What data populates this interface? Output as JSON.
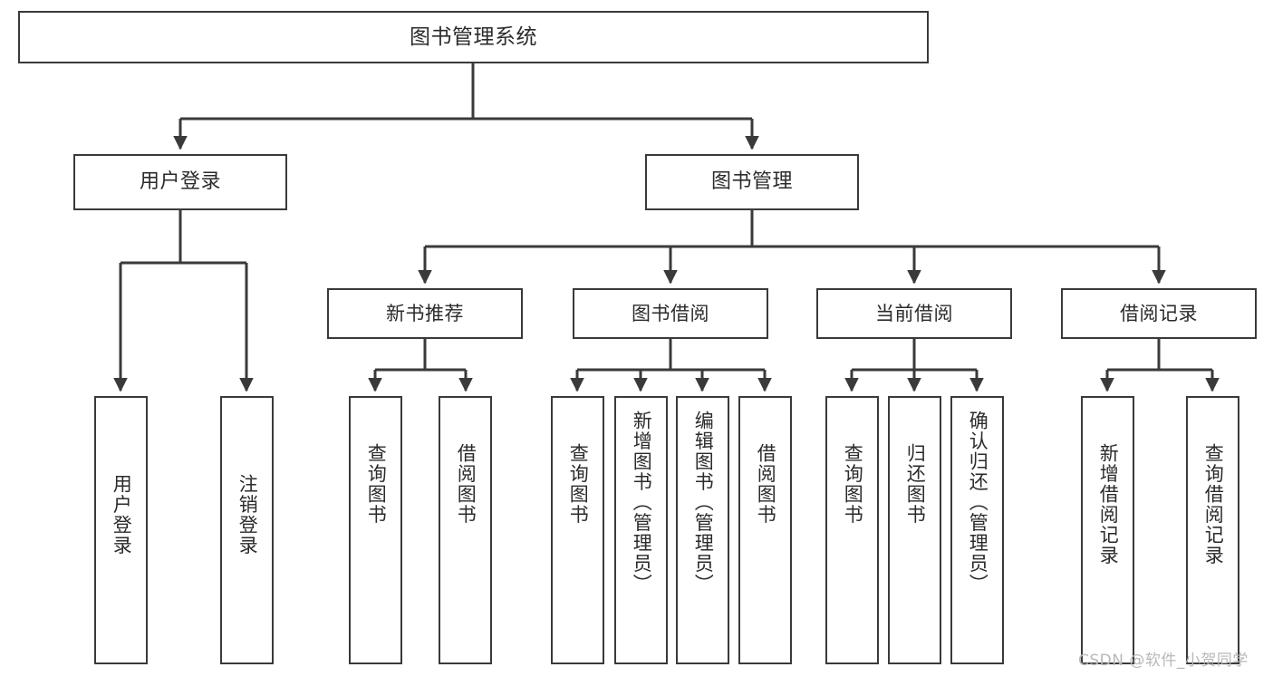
{
  "diagram": {
    "title": "图书管理系统",
    "type": "tree-hierarchy-chart",
    "root": {
      "label": "图书管理系统"
    },
    "level2": [
      {
        "label": "用户登录"
      },
      {
        "label": "图书管理"
      }
    ],
    "level3": [
      {
        "label": "新书推荐"
      },
      {
        "label": "图书借阅"
      },
      {
        "label": "当前借阅"
      },
      {
        "label": "借阅记录"
      }
    ],
    "leaves": {
      "user_login": [
        {
          "label": "用户登录"
        },
        {
          "label": "注销登录"
        }
      ],
      "new_book_recommend": [
        {
          "label": "查询图书"
        },
        {
          "label": "借阅图书"
        }
      ],
      "book_borrow": [
        {
          "label": "查询图书"
        },
        {
          "label": "新增图书（管理员）"
        },
        {
          "label": "编辑图书（管理员）"
        },
        {
          "label": "借阅图书"
        }
      ],
      "current_borrow": [
        {
          "label": "查询图书"
        },
        {
          "label": "归还图书"
        },
        {
          "label": "确认归还（管理员）"
        }
      ],
      "borrow_record": [
        {
          "label": "新增借阅记录"
        },
        {
          "label": "查询借阅记录"
        }
      ]
    }
  },
  "watermark": {
    "text": "CSDN @软件_小贺同学"
  },
  "colors": {
    "border": "#3a3a3a",
    "text": "#2b2b2b",
    "background": "#ffffff",
    "watermark": "#b8b8b8"
  }
}
